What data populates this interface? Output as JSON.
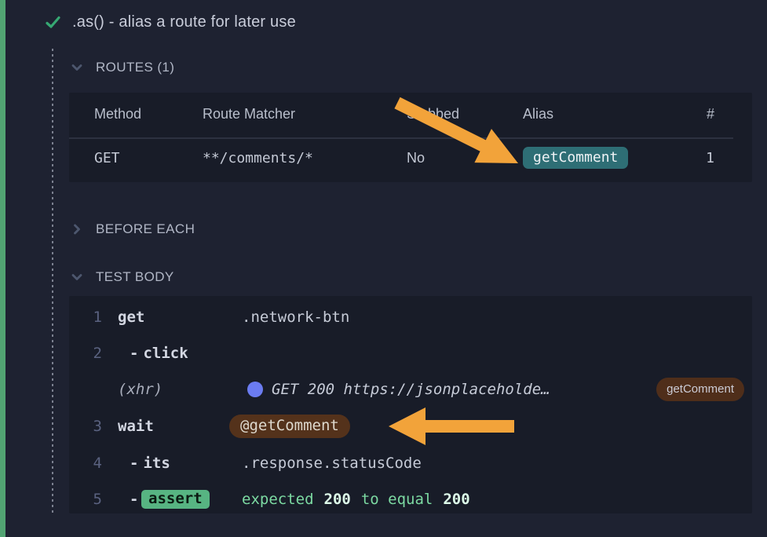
{
  "test": {
    "status": "passed",
    "title": ".as() - alias a route for later use"
  },
  "sections": [
    {
      "id": "routes",
      "label": "ROUTES (1)",
      "state": "expanded"
    },
    {
      "id": "before-each",
      "label": "BEFORE EACH",
      "state": "collapsed"
    },
    {
      "id": "test-body",
      "label": "TEST BODY",
      "state": "expanded"
    }
  ],
  "routes_table": {
    "headers": {
      "method": "Method",
      "route_matcher": "Route Matcher",
      "stubbed": "Stubbed",
      "alias": "Alias",
      "count": "#"
    },
    "row": {
      "method": "GET",
      "route_matcher": "**/comments/*",
      "stubbed": "No",
      "alias": "getComment",
      "count": "1"
    }
  },
  "commands": {
    "get": {
      "num": "1",
      "name": "get",
      "message": ".network-btn"
    },
    "click": {
      "num": "2",
      "dash": "-",
      "name": "click"
    },
    "xhr": {
      "event": "(xhr)",
      "message": "GET 200 https://jsonplaceholde…",
      "badge": "getComment"
    },
    "wait": {
      "num": "3",
      "name": "wait",
      "badge": "@getComment"
    },
    "its": {
      "num": "4",
      "dash": "-",
      "name": "its",
      "message": ".response.statusCode"
    },
    "assert": {
      "num": "5",
      "dash": "-",
      "badge": "assert",
      "parts": {
        "p1": "expected",
        "v1": "200",
        "p2": "to equal",
        "v2": "200"
      }
    }
  },
  "colors": {
    "page_bg": "#1e2231",
    "panel_bg": "#181c28",
    "pass_green_bar": "#52a473",
    "checkmark_green": "#36a873",
    "alias_badge_teal": "#2e6e75",
    "route_badge_brown": "#54321b",
    "assert_badge_green": "#57b482",
    "assert_text_green": "#7cdaa2",
    "xhr_dot_blue": "#6b7cf1",
    "annotation_arrow_orange": "#f2a33a"
  }
}
